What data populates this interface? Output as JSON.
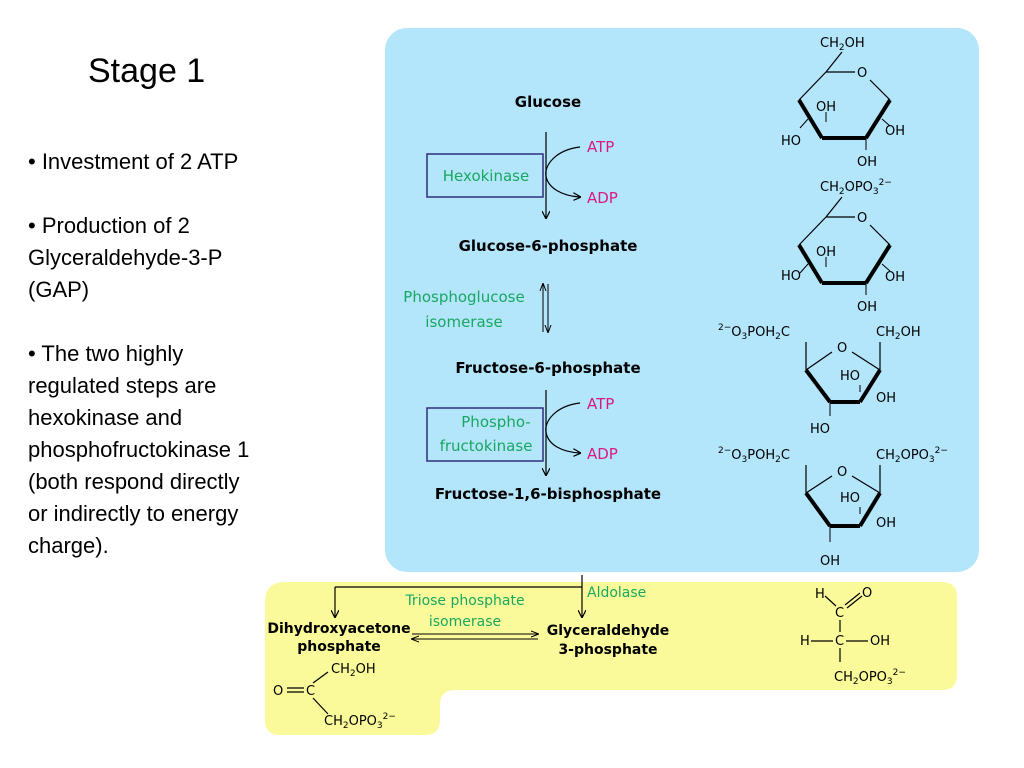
{
  "slide": {
    "title": "Stage 1",
    "bullets": [
      {
        "lines": [
          "• Investment of 2 ATP"
        ]
      },
      {
        "lines": [
          "• Production of 2",
          "Glyceraldehyde-3-P",
          "(GAP)"
        ]
      },
      {
        "lines": [
          "• The two highly",
          "regulated steps are",
          "hexokinase and",
          "phosphofructokinase 1",
          "(both respond directly",
          "or indirectly to energy",
          "charge)."
        ]
      }
    ]
  },
  "pathway": {
    "colors": {
      "blue_panel": "#b3e5fb",
      "yellow_panel": "#fafa9a",
      "enzyme": "#18a861",
      "cofactor": "#d81b7f",
      "box": "#2f2f7f"
    },
    "glucose": "Glucose",
    "glucose_6_phosphate": "Glucose-6-phosphate",
    "fructose_6_phosphate": "Fructose-6-phosphate",
    "fructose_1_6_bisphosphate": "Fructose-1,6-bisphosphate",
    "hexokinase": "Hexokinase",
    "phosphoglucose_isomerase": [
      "Phosphoglucose",
      "isomerase"
    ],
    "phosphofructokinase": [
      "Phospho-",
      "fructokinase"
    ],
    "atp": "ATP",
    "adp": "ADP",
    "aldolase": "Aldolase",
    "triose_phosphate_isomerase": [
      "Triose phosphate",
      "isomerase"
    ],
    "dhap": [
      "Dihydroxyacetone",
      "phosphate"
    ],
    "gap": [
      "Glyceraldehyde",
      "3-phosphate"
    ]
  }
}
